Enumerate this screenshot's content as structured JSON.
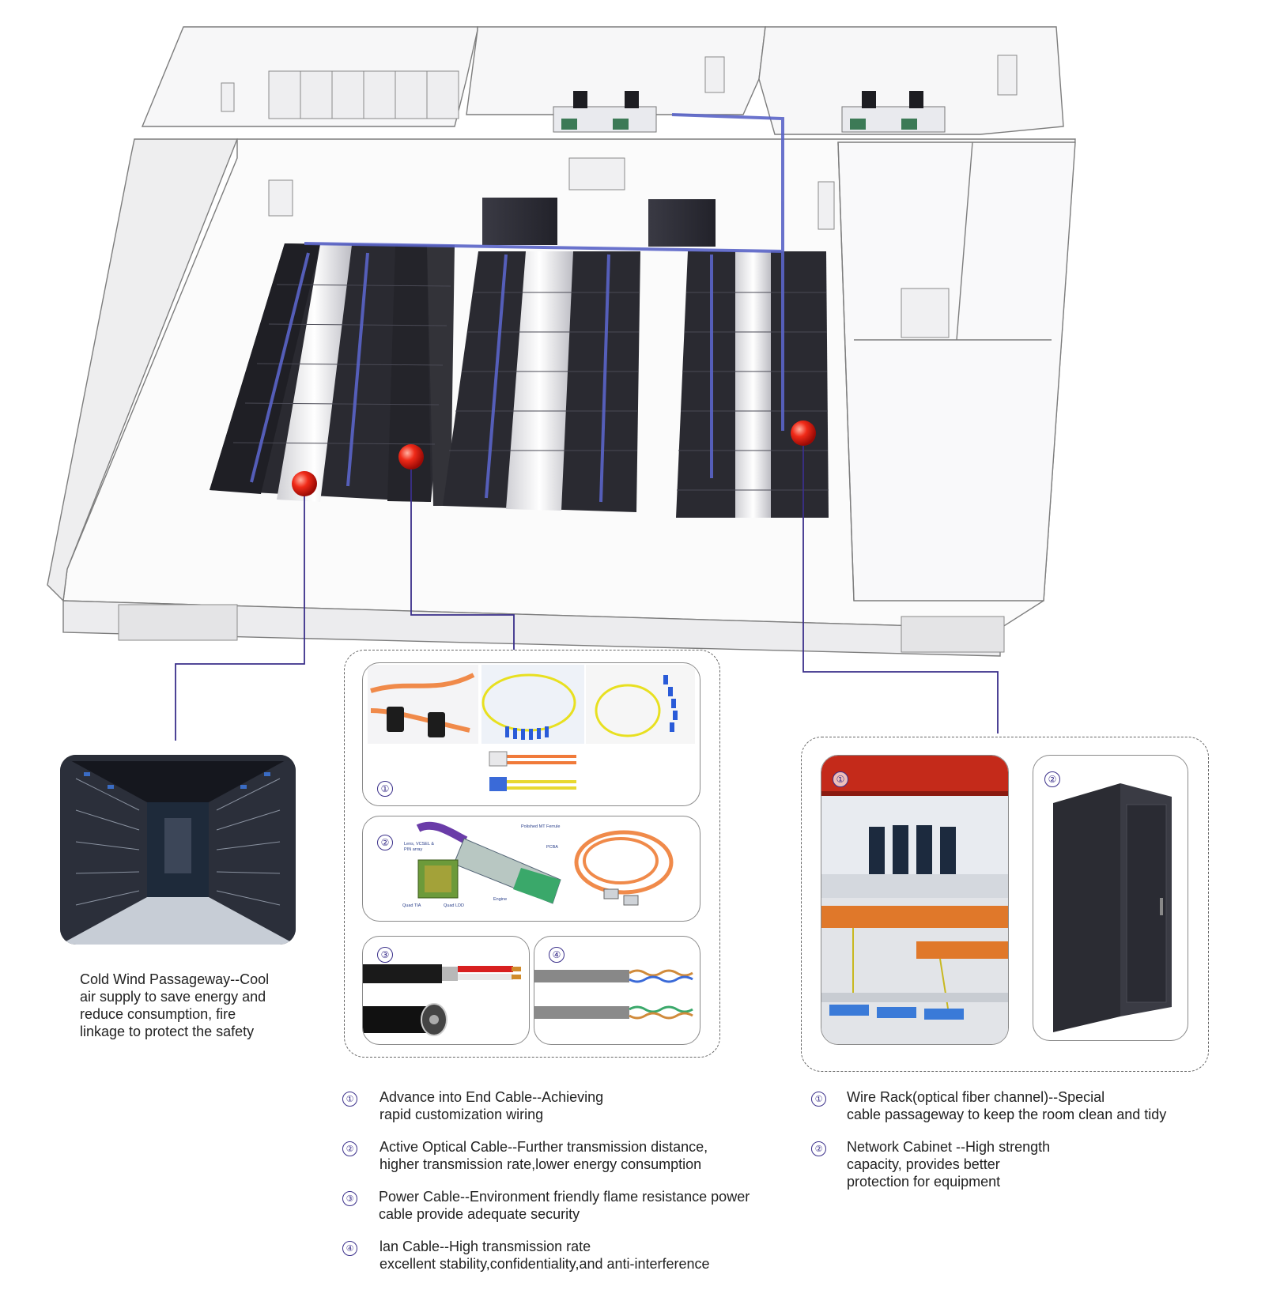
{
  "colors": {
    "accent_purple": "#3a2f8a",
    "fiber_blue": "#5a64c8",
    "rack_dark": "#2b2b33",
    "marker_red": "#e01818",
    "wall_line": "#8a8a8a"
  },
  "left_callout": {
    "icon": "server-aisle-photo",
    "lines": [
      "Cold Wind Passageway--Cool",
      "air supply to save energy and",
      "reduce consumption, fire",
      "linkage to protect the safety"
    ]
  },
  "middle_panels": {
    "panel1_mark": "①",
    "panel2_mark": "②",
    "panel3_mark": "③",
    "panel4_mark": "④",
    "aoc_labels": {
      "lens": "Lens, VCSEL &",
      "pin": "PIN array",
      "ferrule": "Polished MT Ferrule",
      "pcba": "PCBA",
      "tia": "Quad TIA",
      "ldd": "Quad LDD",
      "engine": "Engine"
    }
  },
  "right_panels": {
    "panel1_mark": "①",
    "panel2_mark": "②"
  },
  "middle_list": [
    {
      "num": "①",
      "lines": [
        "Advance into End Cable--Achieving",
        "rapid customization wiring"
      ]
    },
    {
      "num": "②",
      "lines": [
        "Active Optical Cable--Further transmission distance,",
        "higher transmission rate,lower energy consumption"
      ]
    },
    {
      "num": "③",
      "lines": [
        "Power Cable--Environment friendly flame resistance power",
        "cable provide adequate security"
      ]
    },
    {
      "num": "④",
      "lines": [
        "lan Cable--High transmission rate",
        "excellent stability,confidentiality,and anti-interference"
      ]
    }
  ],
  "right_list": [
    {
      "num": "①",
      "lines": [
        "Wire Rack(optical fiber channel)--Special",
        "cable passageway to keep the room clean and tidy"
      ]
    },
    {
      "num": "②",
      "lines": [
        "Network Cabinet --High strength",
        "capacity, provides better",
        "protection for equipment"
      ]
    }
  ]
}
